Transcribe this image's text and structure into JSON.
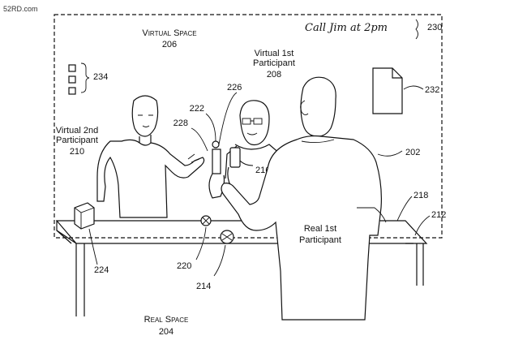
{
  "watermark": "52RD.com",
  "note": "Call Jim at 2pm",
  "labels": {
    "virtual_space": "Virtual Space",
    "virtual_space_num": "206",
    "virtual_1st_line1": "Virtual 1st",
    "virtual_1st_line2": "Participant",
    "virtual_1st_num": "208",
    "virtual_2nd_line1": "Virtual 2nd",
    "virtual_2nd_line2": "Participant",
    "virtual_2nd_num": "210",
    "real_1st_line1": "Real 1st",
    "real_1st_line2": "Participant",
    "real_space": "Real Space",
    "real_space_num": "204"
  },
  "refs": {
    "r230": "230",
    "r232": "232",
    "r234": "234",
    "r226": "226",
    "r222": "222",
    "r228": "228",
    "r216": "216",
    "r202": "202",
    "r218": "218",
    "r212": "212",
    "r224": "224",
    "r220": "220",
    "r214": "214"
  }
}
